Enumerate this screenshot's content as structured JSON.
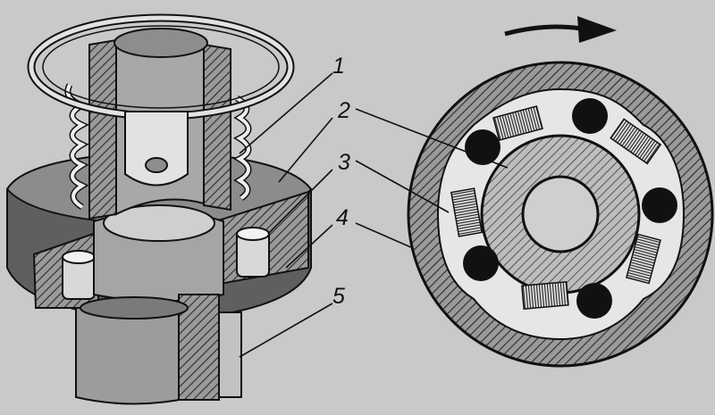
{
  "callouts": [
    {
      "label": "1"
    },
    {
      "label": "2"
    },
    {
      "label": "3"
    },
    {
      "label": "4"
    },
    {
      "label": "5"
    }
  ],
  "rotation_direction": "clockwise",
  "colors": {
    "background": "#c9c9c9",
    "ink": "#111111",
    "body_grey": "#8c8c8c",
    "light_grey": "#d8d8d8",
    "dark_grey": "#5f5f5f",
    "roller": "#111111"
  }
}
